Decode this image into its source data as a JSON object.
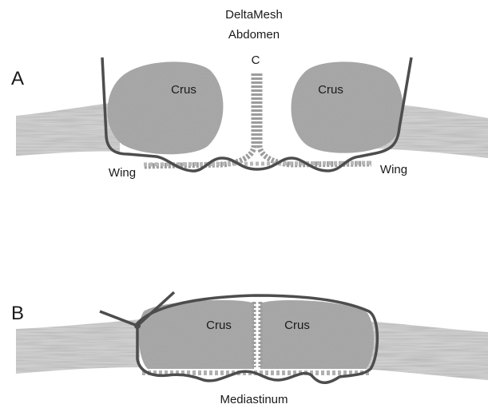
{
  "title_line1": "DeltaMesh",
  "title_line2": "Abdomen",
  "panel_a": {
    "letter": "A",
    "top_label": "C",
    "crus_left": "Crus",
    "crus_right": "Crus",
    "wing_left": "Wing",
    "wing_right": "Wing"
  },
  "panel_b": {
    "letter": "B",
    "crus_left": "Crus",
    "crus_right": "Crus",
    "bottom_label": "Mediastinum"
  },
  "colors": {
    "crus_fill": "#a9a9a9",
    "suture": "#4d4d4d",
    "mesh": "#b8b8b8",
    "tissue": "#c8c8c8"
  }
}
